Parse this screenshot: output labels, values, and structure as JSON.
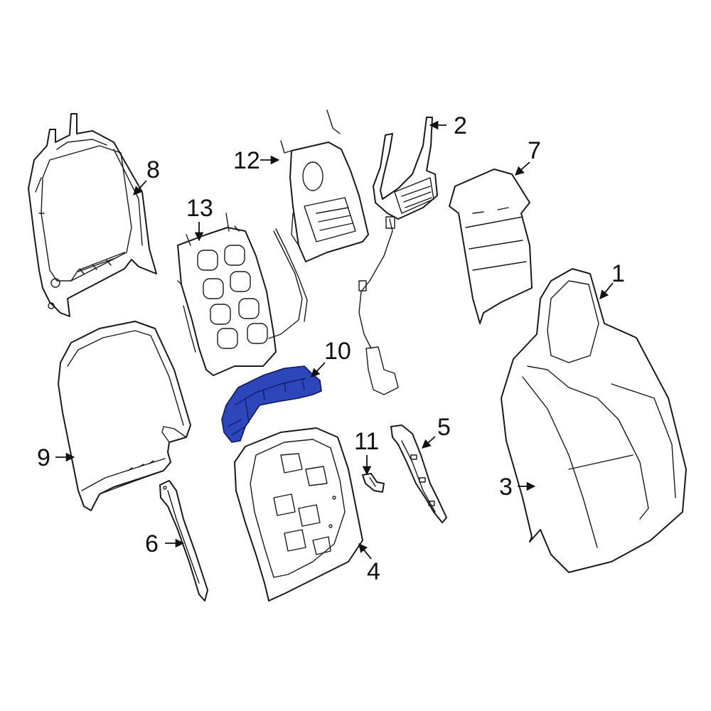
{
  "callouts": [
    {
      "id": "1",
      "label": "1"
    },
    {
      "id": "2",
      "label": "2"
    },
    {
      "id": "3",
      "label": "3"
    },
    {
      "id": "4",
      "label": "4"
    },
    {
      "id": "5",
      "label": "5"
    },
    {
      "id": "6",
      "label": "6"
    },
    {
      "id": "7",
      "label": "7"
    },
    {
      "id": "8",
      "label": "8"
    },
    {
      "id": "9",
      "label": "9"
    },
    {
      "id": "10",
      "label": "10"
    },
    {
      "id": "11",
      "label": "11"
    },
    {
      "id": "12",
      "label": "12"
    },
    {
      "id": "13",
      "label": "13"
    }
  ],
  "highlighted_part": "10",
  "colors": {
    "highlight_fill": "#2d46b9",
    "line": "#1a1a1a",
    "background": "#ffffff"
  }
}
